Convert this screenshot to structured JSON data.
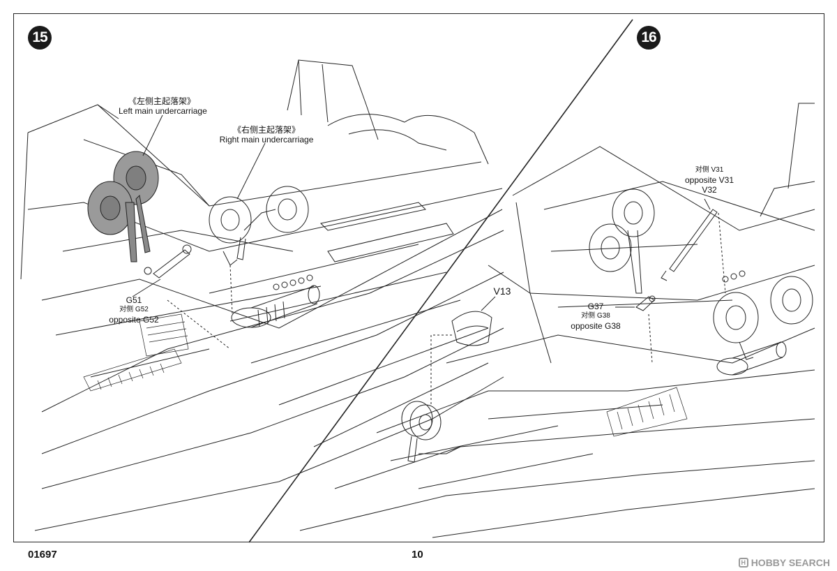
{
  "steps": [
    {
      "number": "15",
      "callouts": {
        "left_main_cn": "《左侧主起落架》",
        "left_main_en": "Left main undercarriage",
        "right_main_cn": "《右侧主起落架》",
        "right_main_en": "Right main undercarriage",
        "g51": "G51",
        "g52_cn": "对侧 G52",
        "g52_en": "opposite G52"
      }
    },
    {
      "number": "16",
      "callouts": {
        "v31_cn": "对侧 V31",
        "v31_en": "opposite V31",
        "v32": "V32",
        "v13": "V13",
        "g37": "G37",
        "g38_cn": "对侧 G38",
        "g38_en": "opposite G38"
      }
    }
  ],
  "footer": {
    "product_code": "01697",
    "page_number": "10"
  },
  "watermark": {
    "logo_glyph": "H",
    "text": "HOBBY SEARCH"
  }
}
